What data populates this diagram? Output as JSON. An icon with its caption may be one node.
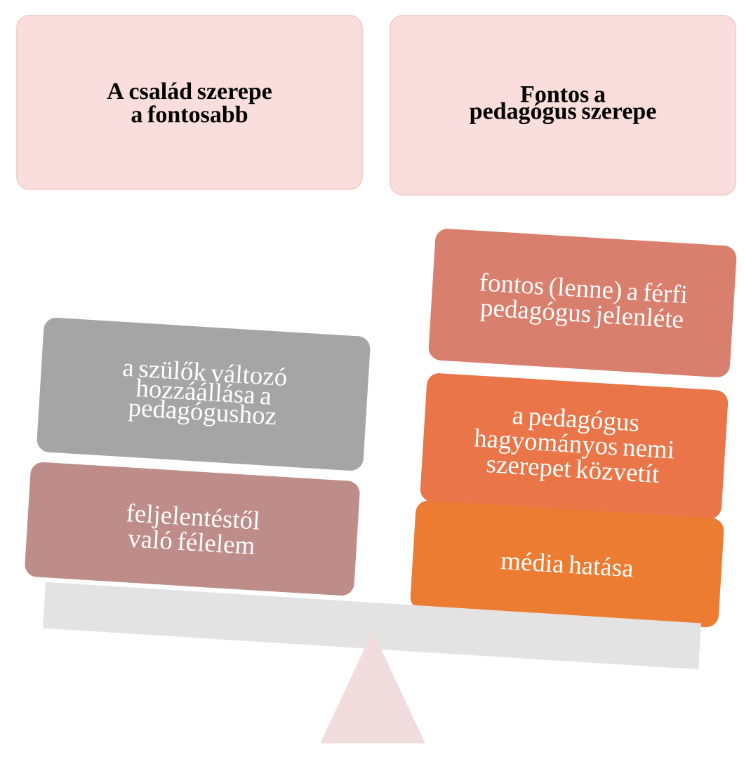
{
  "diagram": {
    "nodes": [
      {
        "text": [
          "A család szerepe a fontosabb"
        ]
      },
      {
        "text": [
          "Fontos a pedagógus szerepe"
        ]
      },
      {
        "text": [
          "a szülők változó hozzáállása a pedagógushoz"
        ]
      },
      {
        "text": [
          "feljelentéstől való félelem"
        ]
      },
      {
        "text": [
          "fontos (lenne) a férfi pedagógus jelenléte"
        ]
      },
      {
        "text": [
          "a pedagógus hagyományos nemi szerepet közvetít"
        ]
      },
      {
        "text": [
          "média hatása"
        ]
      },
      {
        "text": [],
        "shape": "bar"
      },
      {
        "text": [],
        "shape": "triangle"
      }
    ]
  }
}
